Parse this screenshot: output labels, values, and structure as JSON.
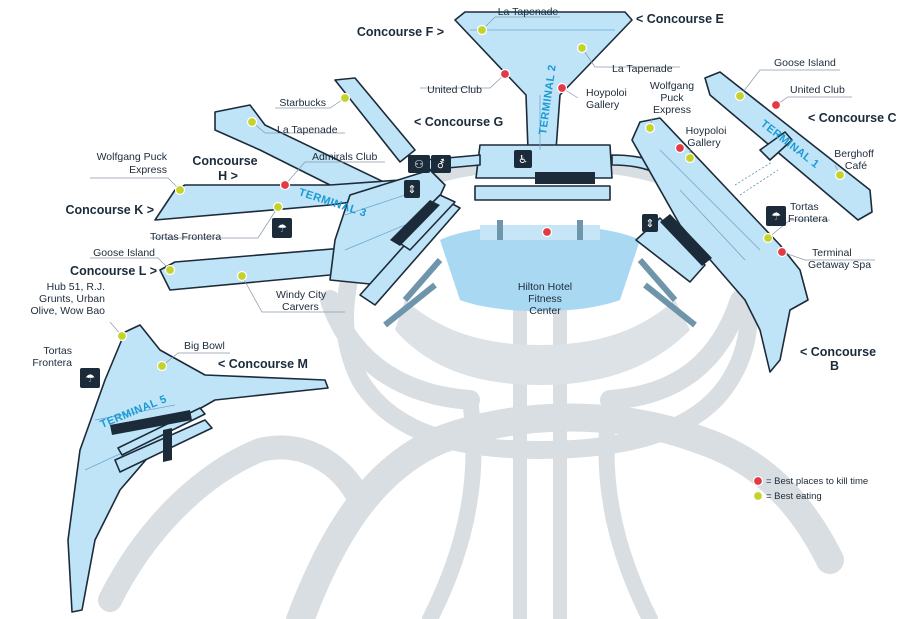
{
  "colors": {
    "terminal_fill": "#bfe3f7",
    "terminal_outline": "#1c2b3a",
    "terminal_label": "#1a9ad6",
    "roadway": "#dde2e6",
    "courtyard": "#a9d8f3",
    "best_kill_time": "#e33b45",
    "best_eating": "#c6d22c"
  },
  "terminals": {
    "t1": "TERMINAL 1",
    "t2": "TERMINAL 2",
    "t3": "TERMINAL 3",
    "t5": "TERMINAL 5"
  },
  "concourses": {
    "b_line1": "< Concourse",
    "b_line2": "B",
    "c": "< Concourse C",
    "e": "< Concourse E",
    "f": "Concourse F >",
    "g": "< Concourse G",
    "h_line1": "Concourse",
    "h_line2": "H >",
    "k": "Concourse K >",
    "l": "Concourse L >",
    "m": "< Concourse M"
  },
  "places": {
    "la_tapenade_e": "La Tapenade",
    "la_tapenade_e2": "La Tapenade",
    "united_club_t2": "United Club",
    "hoypoloi_t2_line1": "Hoypoloi",
    "hoypoloi_t2_line2": "Gallery",
    "goose_island_c": "Goose Island",
    "united_club_c": "United Club",
    "wolfgang_b_line1": "Wolfgang",
    "wolfgang_b_line2": "Puck",
    "wolfgang_b_line3": "Express",
    "hoypoloi_b_line1": "Hoypoloi",
    "hoypoloi_b_line2": "Gallery",
    "berghoff_line1": "Berghoff",
    "berghoff_line2": "Café",
    "tortas_b_line1": "Tortas",
    "tortas_b_line2": "Frontera",
    "terminal_spa_line1": "Terminal",
    "terminal_spa_line2": "Getaway Spa",
    "hilton_line1": "Hilton Hotel",
    "hilton_line2": "Fitness",
    "hilton_line3": "Center",
    "starbucks": "Starbucks",
    "la_tapenade_h": "La Tapenade",
    "admirals_club": "Admirals Club",
    "wolfgang_h_line1": "Wolfgang Puck",
    "wolfgang_h_line2": "Express",
    "tortas_k": "Tortas Frontera",
    "goose_island_l": "Goose Island",
    "windy_city_line1": "Windy City",
    "windy_city_line2": "Carvers",
    "hub51_line1": "Hub 51, R.J.",
    "hub51_line2": "Grunts, Urban",
    "hub51_line3": "Olive, Wow Bao",
    "tortas_t5_line1": "Tortas",
    "tortas_t5_line2": "Frontera",
    "big_bowl": "Big Bowl"
  },
  "legend": {
    "red_label": "= Best places to kill time",
    "green_label": "= Best eating"
  },
  "icons": {
    "family_restroom": "family-restroom-icon",
    "restrooms": "restrooms-icon",
    "elevator": "elevator-icon",
    "baggage": "baggage-icon",
    "shower": "shower-icon"
  }
}
